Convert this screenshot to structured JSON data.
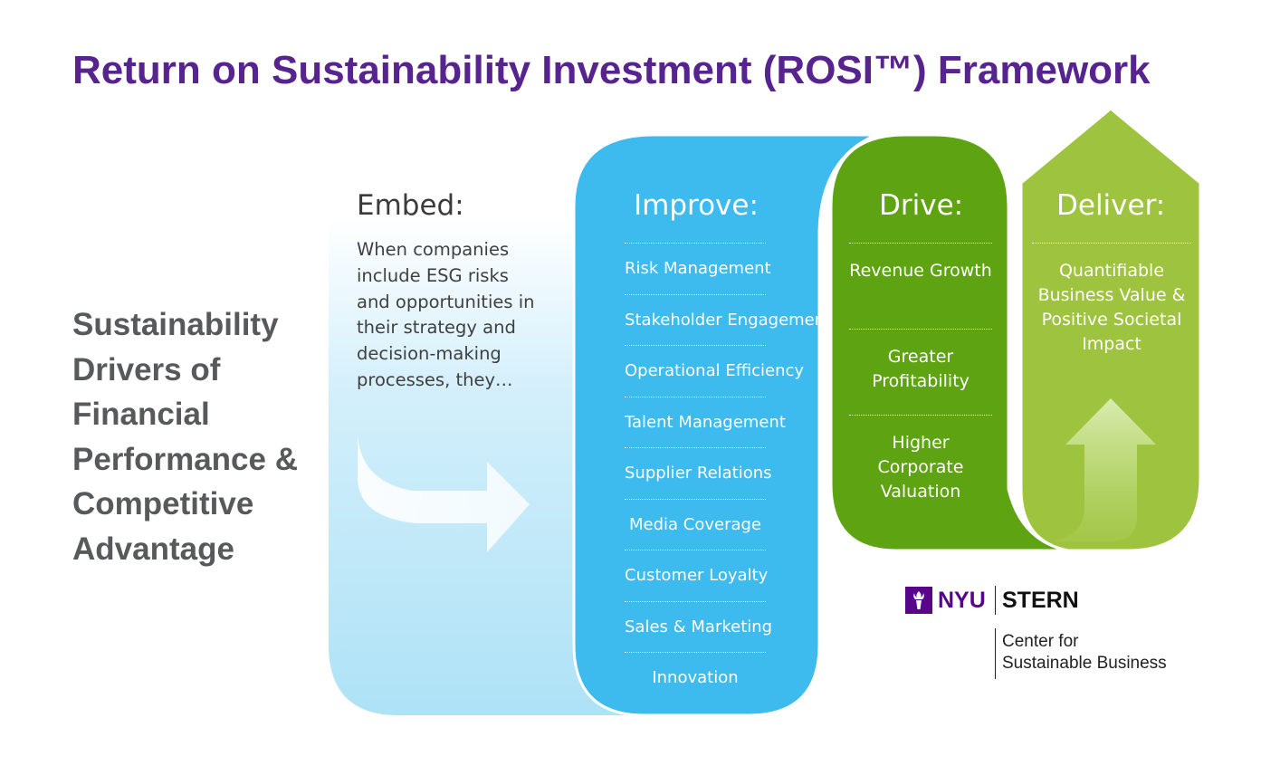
{
  "title": "Return on Sustainability Investment (ROSI™) Framework",
  "side_heading": [
    "Sustainability",
    "Drivers of",
    "Financial",
    "Performance &",
    "Competitive",
    "Advantage"
  ],
  "embed": {
    "title": "Embed:",
    "text_lines": [
      "When companies",
      "include ESG risks",
      "and opportunities in",
      "their strategy and",
      "decision-making",
      "processes, they…"
    ]
  },
  "improve": {
    "title": "Improve:",
    "items": [
      "Risk Management",
      "Stakeholder Engagement",
      "Operational Efficiency",
      "Talent Management",
      "Supplier Relations",
      "Media Coverage",
      "Customer Loyalty",
      "Sales & Marketing",
      "Innovation"
    ]
  },
  "drive": {
    "title": "Drive:",
    "items": [
      "Revenue Growth",
      "Greater Profitability",
      "Higher Corporate Valuation"
    ]
  },
  "deliver": {
    "title": "Deliver:",
    "items": [
      "Quantifiable Business Value & Positive Societal Impact"
    ]
  },
  "logo": {
    "nyu": "NYU",
    "stern": "STERN",
    "center_lines": [
      "Center for",
      "Sustainable Business"
    ]
  },
  "colors": {
    "title": "#57238f",
    "side_heading": "#58595b",
    "embed_light_blue": "#b3e4f7",
    "improve_blue": "#3dbbee",
    "drive_green": "#5ea311",
    "deliver_green": "#9ec33e",
    "nyu_purple": "#57068c"
  },
  "icons": [
    "embed-arrow-icon",
    "value-up-arrow-icon",
    "nyu-torch-icon"
  ]
}
